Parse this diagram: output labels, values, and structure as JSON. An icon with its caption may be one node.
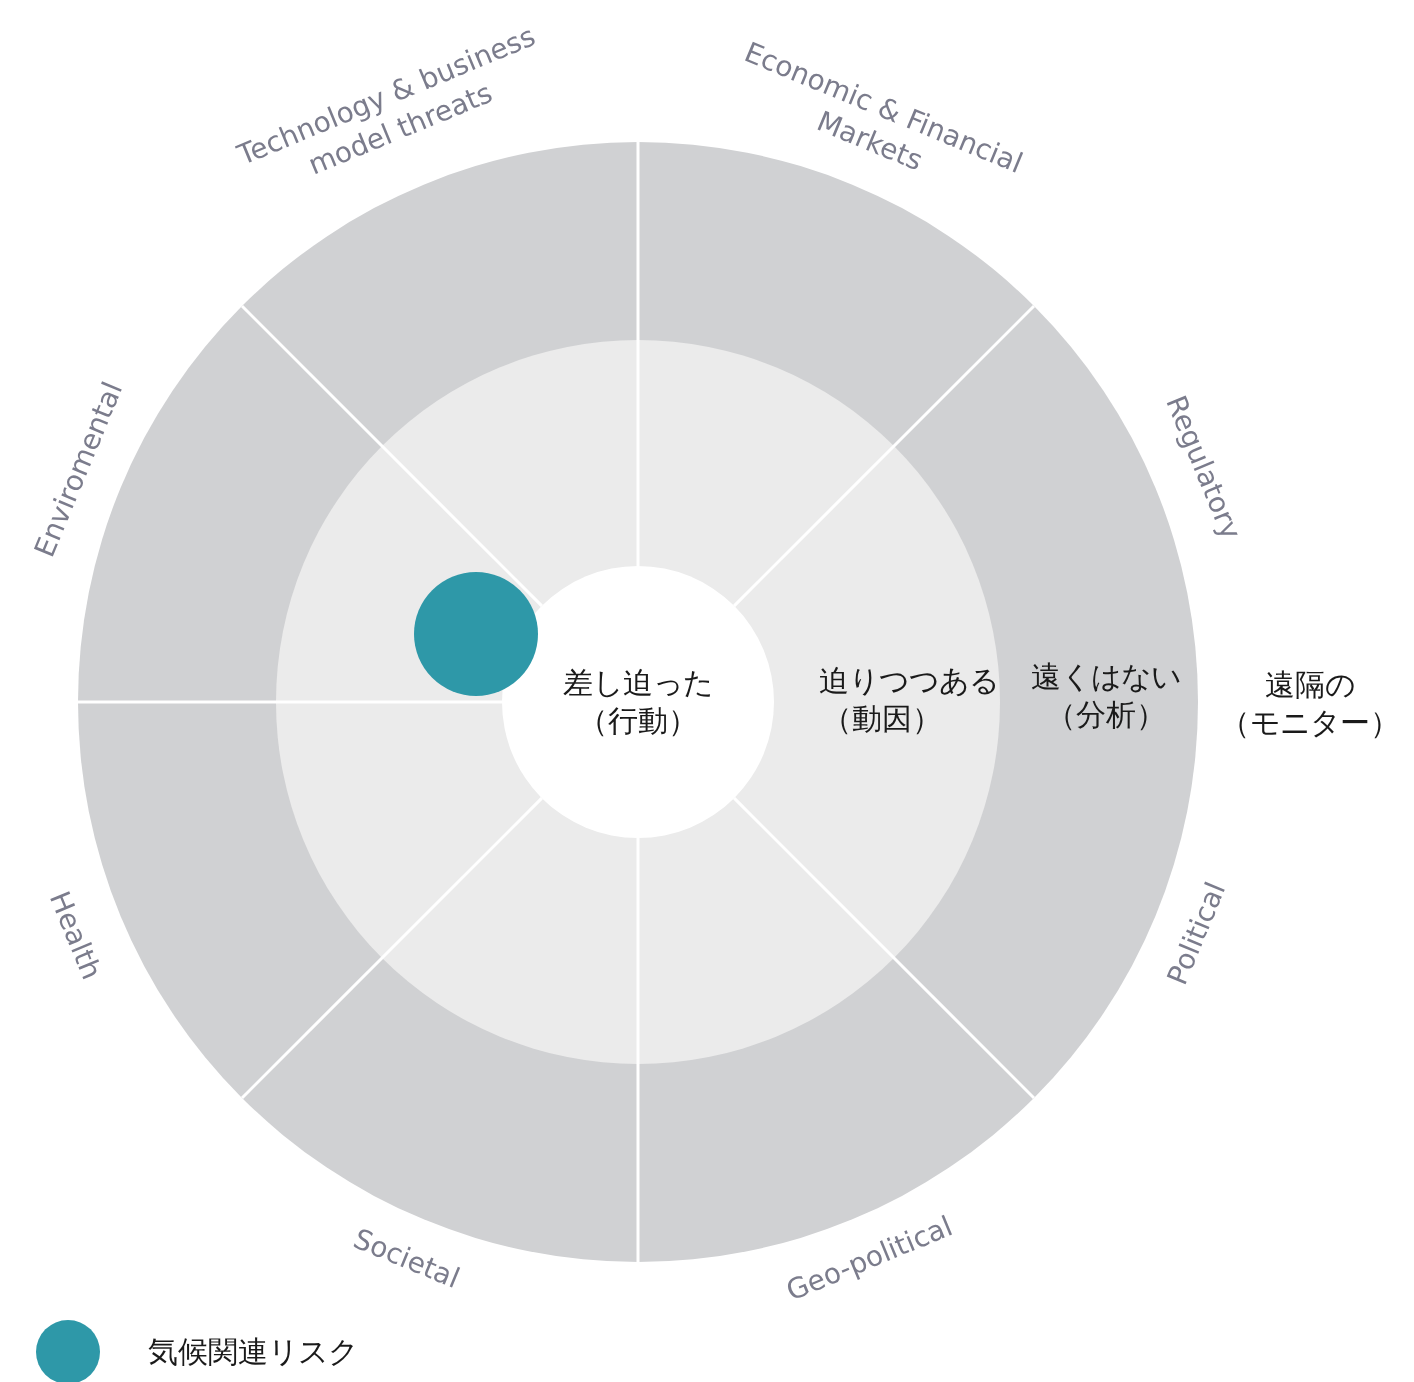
{
  "diagram": {
    "nodes": [
      {
        "text": [
          "遠くはない（分析）"
        ]
      },
      {
        "text": [
          "迫りつつある（動因）"
        ],
        "in": 0
      },
      {
        "text": [
          "差し迫った（行動）"
        ],
        "in": 1
      },
      {
        "text": [
          "遠隔の（モニター）"
        ]
      }
    ],
    "labels": [
      "Technology & business model threats",
      "Economic & Financial Markets",
      "Regulatory",
      "Political",
      "Geo-political",
      "Societal",
      "Health",
      "Enviromental"
    ],
    "legend": [
      {
        "text": "気候関連リスク",
        "color": "#2e98a8"
      }
    ]
  }
}
